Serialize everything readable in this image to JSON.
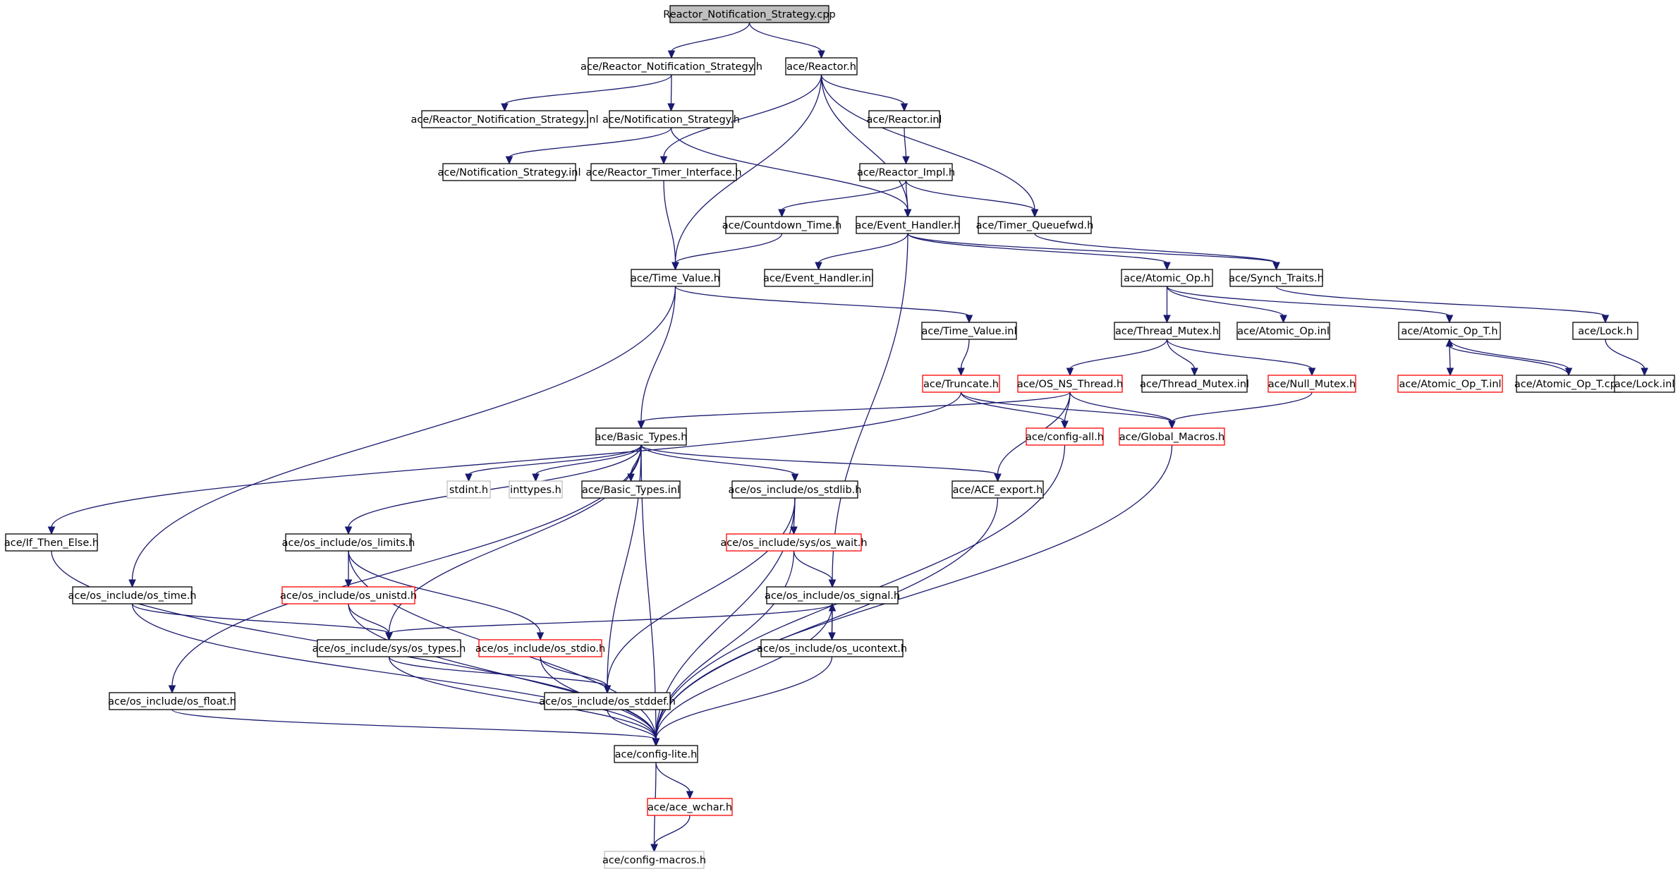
{
  "diagram": {
    "type": "include-dependency-graph",
    "colors": {
      "normal": "#000000",
      "truncated": "#ff0000",
      "external": "#bfbfbf",
      "root_fill": "#bfbfbf",
      "edge": "#191970"
    },
    "nodes": [
      {
        "id": "root",
        "label": "Reactor_Notification_Strategy.cpp",
        "kind": "root"
      },
      {
        "id": "rns_h",
        "label": "ace/Reactor_Notification_Strategy.h",
        "kind": "normal"
      },
      {
        "id": "reactor_h",
        "label": "ace/Reactor.h",
        "kind": "normal"
      },
      {
        "id": "rns_inl",
        "label": "ace/Reactor_Notification_Strategy.inl",
        "kind": "normal"
      },
      {
        "id": "ns_h",
        "label": "ace/Notification_Strategy.h",
        "kind": "normal"
      },
      {
        "id": "reactor_inl",
        "label": "ace/Reactor.inl",
        "kind": "normal"
      },
      {
        "id": "ns_inl",
        "label": "ace/Notification_Strategy.inl",
        "kind": "normal"
      },
      {
        "id": "rti_h",
        "label": "ace/Reactor_Timer_Interface.h",
        "kind": "normal"
      },
      {
        "id": "rimpl_h",
        "label": "ace/Reactor_Impl.h",
        "kind": "normal"
      },
      {
        "id": "countdown_h",
        "label": "ace/Countdown_Time.h",
        "kind": "normal"
      },
      {
        "id": "eh_h",
        "label": "ace/Event_Handler.h",
        "kind": "normal"
      },
      {
        "id": "tqfwd_h",
        "label": "ace/Timer_Queuefwd.h",
        "kind": "normal"
      },
      {
        "id": "tv_h",
        "label": "ace/Time_Value.h",
        "kind": "normal"
      },
      {
        "id": "eh_inl",
        "label": "ace/Event_Handler.inl",
        "kind": "normal"
      },
      {
        "id": "aop_h",
        "label": "ace/Atomic_Op.h",
        "kind": "normal"
      },
      {
        "id": "synch_h",
        "label": "ace/Synch_Traits.h",
        "kind": "normal"
      },
      {
        "id": "tv_inl",
        "label": "ace/Time_Value.inl",
        "kind": "normal"
      },
      {
        "id": "tmutex_h",
        "label": "ace/Thread_Mutex.h",
        "kind": "normal"
      },
      {
        "id": "aop_inl",
        "label": "ace/Atomic_Op.inl",
        "kind": "normal"
      },
      {
        "id": "aopt_h",
        "label": "ace/Atomic_Op_T.h",
        "kind": "normal"
      },
      {
        "id": "lock_h",
        "label": "ace/Lock.h",
        "kind": "normal"
      },
      {
        "id": "trunc_h",
        "label": "ace/Truncate.h",
        "kind": "truncated"
      },
      {
        "id": "osns_h",
        "label": "ace/OS_NS_Thread.h",
        "kind": "truncated"
      },
      {
        "id": "tmutex_inl",
        "label": "ace/Thread_Mutex.inl",
        "kind": "normal"
      },
      {
        "id": "nullmutex_h",
        "label": "ace/Null_Mutex.h",
        "kind": "truncated"
      },
      {
        "id": "aopt_inl",
        "label": "ace/Atomic_Op_T.inl",
        "kind": "truncated"
      },
      {
        "id": "aopt_cpp",
        "label": "ace/Atomic_Op_T.cpp",
        "kind": "normal"
      },
      {
        "id": "lock_inl",
        "label": "ace/Lock.inl",
        "kind": "normal"
      },
      {
        "id": "bt_h",
        "label": "ace/Basic_Types.h",
        "kind": "normal"
      },
      {
        "id": "configall_h",
        "label": "ace/config-all.h",
        "kind": "truncated"
      },
      {
        "id": "gm_h",
        "label": "ace/Global_Macros.h",
        "kind": "truncated"
      },
      {
        "id": "stdint_h",
        "label": "stdint.h",
        "kind": "external"
      },
      {
        "id": "inttypes_h",
        "label": "inttypes.h",
        "kind": "external"
      },
      {
        "id": "bt_inl",
        "label": "ace/Basic_Types.inl",
        "kind": "normal"
      },
      {
        "id": "stdlib_h",
        "label": "ace/os_include/os_stdlib.h",
        "kind": "normal"
      },
      {
        "id": "export_h",
        "label": "ace/ACE_export.h",
        "kind": "normal"
      },
      {
        "id": "ifte_h",
        "label": "ace/If_Then_Else.h",
        "kind": "normal"
      },
      {
        "id": "limits_h",
        "label": "ace/os_include/os_limits.h",
        "kind": "normal"
      },
      {
        "id": "wait_h",
        "label": "ace/os_include/sys/os_wait.h",
        "kind": "truncated"
      },
      {
        "id": "ostime_h",
        "label": "ace/os_include/os_time.h",
        "kind": "normal"
      },
      {
        "id": "unistd_h",
        "label": "ace/os_include/os_unistd.h",
        "kind": "truncated"
      },
      {
        "id": "signal_h",
        "label": "ace/os_include/os_signal.h",
        "kind": "normal"
      },
      {
        "id": "types_h",
        "label": "ace/os_include/sys/os_types.h",
        "kind": "normal"
      },
      {
        "id": "stdio_h",
        "label": "ace/os_include/os_stdio.h",
        "kind": "truncated"
      },
      {
        "id": "ucontext_h",
        "label": "ace/os_include/os_ucontext.h",
        "kind": "normal"
      },
      {
        "id": "float_h",
        "label": "ace/os_include/os_float.h",
        "kind": "normal"
      },
      {
        "id": "stddef_h",
        "label": "ace/os_include/os_stddef.h",
        "kind": "normal"
      },
      {
        "id": "configlite_h",
        "label": "ace/config-lite.h",
        "kind": "normal"
      },
      {
        "id": "wchar_h",
        "label": "ace/ace_wchar.h",
        "kind": "truncated"
      },
      {
        "id": "configmacros_h",
        "label": "ace/config-macros.h",
        "kind": "external"
      }
    ],
    "edges": [
      [
        "root",
        "rns_h"
      ],
      [
        "root",
        "reactor_h"
      ],
      [
        "rns_h",
        "rns_inl"
      ],
      [
        "rns_h",
        "ns_h"
      ],
      [
        "ns_h",
        "ns_inl"
      ],
      [
        "ns_h",
        "eh_h"
      ],
      [
        "reactor_h",
        "reactor_inl"
      ],
      [
        "reactor_h",
        "rti_h"
      ],
      [
        "reactor_h",
        "tv_h"
      ],
      [
        "reactor_h",
        "eh_h"
      ],
      [
        "reactor_h",
        "tqfwd_h"
      ],
      [
        "reactor_inl",
        "rimpl_h"
      ],
      [
        "rimpl_h",
        "countdown_h"
      ],
      [
        "rimpl_h",
        "eh_h"
      ],
      [
        "rimpl_h",
        "tqfwd_h"
      ],
      [
        "rti_h",
        "tv_h"
      ],
      [
        "countdown_h",
        "tv_h"
      ],
      [
        "eh_h",
        "eh_inl"
      ],
      [
        "eh_h",
        "aop_h"
      ],
      [
        "eh_h",
        "synch_h"
      ],
      [
        "eh_h",
        "signal_h"
      ],
      [
        "tqfwd_h",
        "synch_h"
      ],
      [
        "tv_h",
        "tv_inl"
      ],
      [
        "tv_h",
        "bt_h"
      ],
      [
        "tv_h",
        "ostime_h"
      ],
      [
        "tv_inl",
        "trunc_h"
      ],
      [
        "aop_h",
        "tmutex_h"
      ],
      [
        "aop_h",
        "aop_inl"
      ],
      [
        "aop_h",
        "aopt_h"
      ],
      [
        "synch_h",
        "lock_h"
      ],
      [
        "lock_h",
        "lock_inl"
      ],
      [
        "aopt_h",
        "aopt_inl"
      ],
      [
        "aopt_h",
        "aopt_cpp"
      ],
      [
        "aopt_cpp",
        "aopt_h"
      ],
      [
        "tmutex_h",
        "osns_h"
      ],
      [
        "tmutex_h",
        "tmutex_inl"
      ],
      [
        "tmutex_h",
        "nullmutex_h"
      ],
      [
        "trunc_h",
        "ifte_h"
      ],
      [
        "trunc_h",
        "configall_h"
      ],
      [
        "trunc_h",
        "gm_h"
      ],
      [
        "osns_h",
        "bt_h"
      ],
      [
        "osns_h",
        "configall_h"
      ],
      [
        "osns_h",
        "gm_h"
      ],
      [
        "osns_h",
        "export_h"
      ],
      [
        "nullmutex_h",
        "gm_h"
      ],
      [
        "bt_h",
        "stdint_h"
      ],
      [
        "bt_h",
        "inttypes_h"
      ],
      [
        "bt_h",
        "bt_inl"
      ],
      [
        "bt_h",
        "stdlib_h"
      ],
      [
        "bt_h",
        "export_h"
      ],
      [
        "bt_h",
        "limits_h"
      ],
      [
        "bt_h",
        "float_h"
      ],
      [
        "bt_h",
        "types_h"
      ],
      [
        "bt_h",
        "stddef_h"
      ],
      [
        "bt_h",
        "configlite_h"
      ],
      [
        "stdlib_h",
        "wait_h"
      ],
      [
        "stdlib_h",
        "stddef_h"
      ],
      [
        "stdlib_h",
        "configlite_h"
      ],
      [
        "wait_h",
        "signal_h"
      ],
      [
        "wait_h",
        "configlite_h"
      ],
      [
        "limits_h",
        "unistd_h"
      ],
      [
        "limits_h",
        "stdio_h"
      ],
      [
        "limits_h",
        "configlite_h"
      ],
      [
        "unistd_h",
        "types_h"
      ],
      [
        "unistd_h",
        "configlite_h"
      ],
      [
        "ostime_h",
        "types_h"
      ],
      [
        "ostime_h",
        "configlite_h"
      ],
      [
        "signal_h",
        "types_h"
      ],
      [
        "signal_h",
        "ucontext_h"
      ],
      [
        "signal_h",
        "configlite_h"
      ],
      [
        "ucontext_h",
        "signal_h"
      ],
      [
        "ucontext_h",
        "configlite_h"
      ],
      [
        "types_h",
        "stddef_h"
      ],
      [
        "types_h",
        "configlite_h"
      ],
      [
        "stdio_h",
        "stddef_h"
      ],
      [
        "stdio_h",
        "configlite_h"
      ],
      [
        "float_h",
        "configlite_h"
      ],
      [
        "stddef_h",
        "configlite_h"
      ],
      [
        "ifte_h",
        "configlite_h"
      ],
      [
        "configall_h",
        "configlite_h"
      ],
      [
        "gm_h",
        "configlite_h"
      ],
      [
        "export_h",
        "configlite_h"
      ],
      [
        "configlite_h",
        "wchar_h"
      ],
      [
        "configlite_h",
        "configmacros_h"
      ],
      [
        "wchar_h",
        "configmacros_h"
      ]
    ]
  }
}
